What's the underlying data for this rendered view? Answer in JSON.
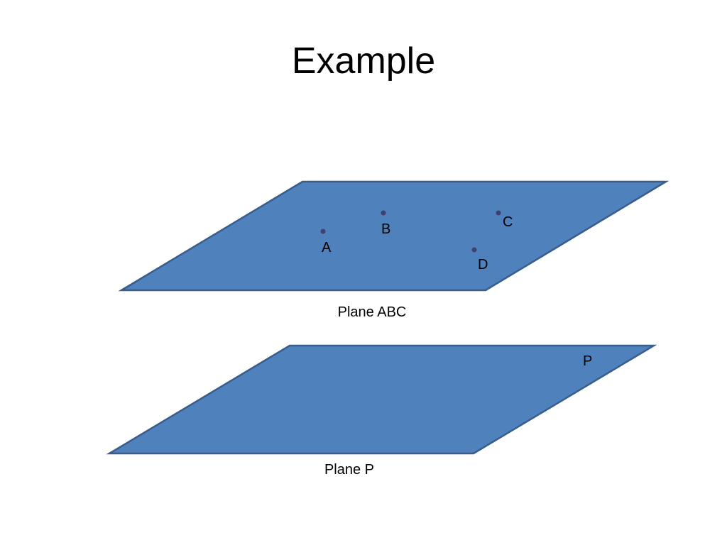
{
  "slide": {
    "title": "Example"
  },
  "colors": {
    "plane_fill": "#4F81BD",
    "plane_stroke": "#385D8A",
    "point": "#404070"
  },
  "plane_abc": {
    "caption": "Plane ABC",
    "points": [
      {
        "label": "A"
      },
      {
        "label": "B"
      },
      {
        "label": "C"
      },
      {
        "label": "D"
      }
    ]
  },
  "plane_p": {
    "caption": "Plane P",
    "label": "P"
  }
}
